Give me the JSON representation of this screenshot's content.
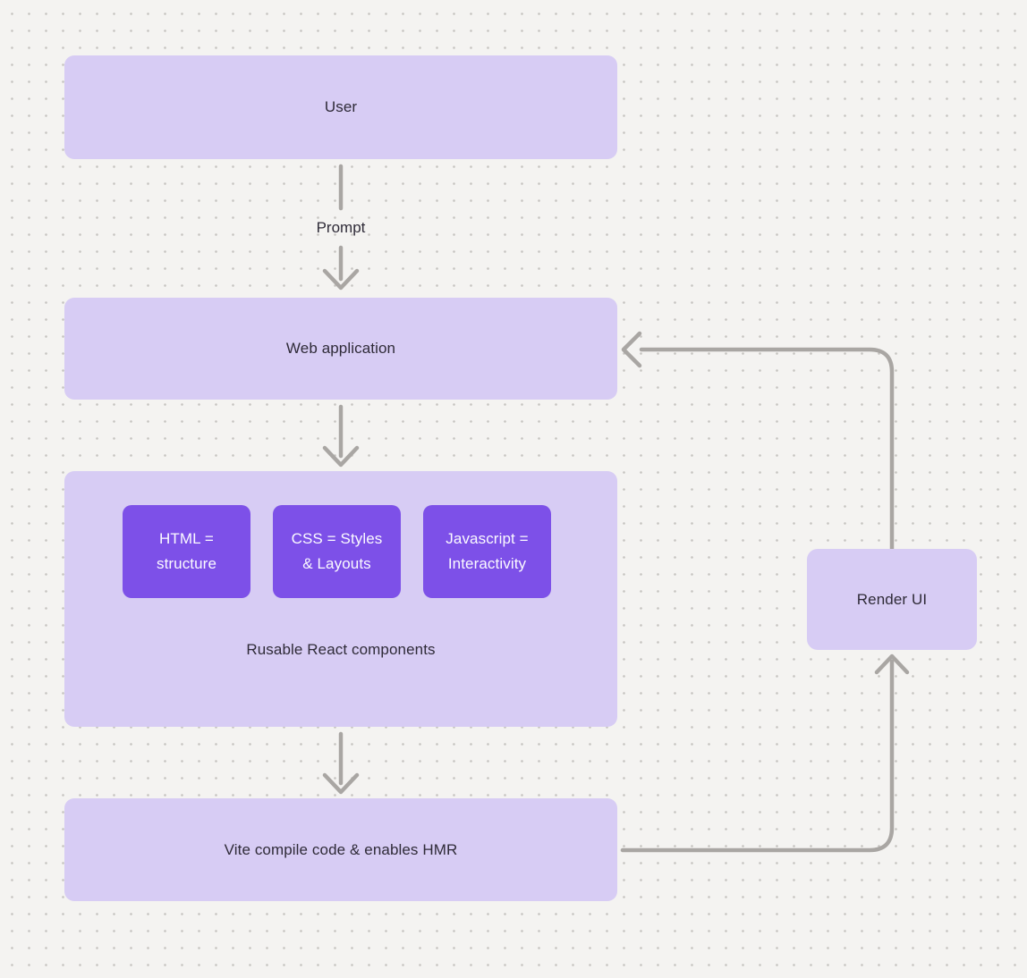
{
  "diagram": {
    "type": "flowchart",
    "nodes": {
      "user": {
        "label": "User"
      },
      "web_application": {
        "label": "Web application"
      },
      "components_group": {
        "caption": "Rusable React components"
      },
      "component_boxes": [
        {
          "label": "HTML =\nstructure"
        },
        {
          "label": "CSS = Styles\n& Layouts"
        },
        {
          "label": "Javascript =\nInteractivity"
        }
      ],
      "vite": {
        "label": "Vite compile code & enables HMR"
      },
      "render_ui": {
        "label": "Render UI"
      }
    },
    "edges": {
      "prompt_label": "Prompt",
      "flow": [
        "User -> Web application (labeled Prompt)",
        "Web application -> components group",
        "components group -> Vite compile code & enables HMR",
        "Vite compile code & enables HMR -> Render UI",
        "Render UI -> Web application"
      ]
    },
    "colors": {
      "background": "#f4f3f1",
      "dot_grid": "#c7c5c2",
      "node_fill_light": "#d7ccf4",
      "node_fill_dark": "#7d50e8",
      "connector_gray": "#a9a6a3",
      "text_dark": "#2f2b38",
      "text_light": "#fbfaff"
    }
  }
}
